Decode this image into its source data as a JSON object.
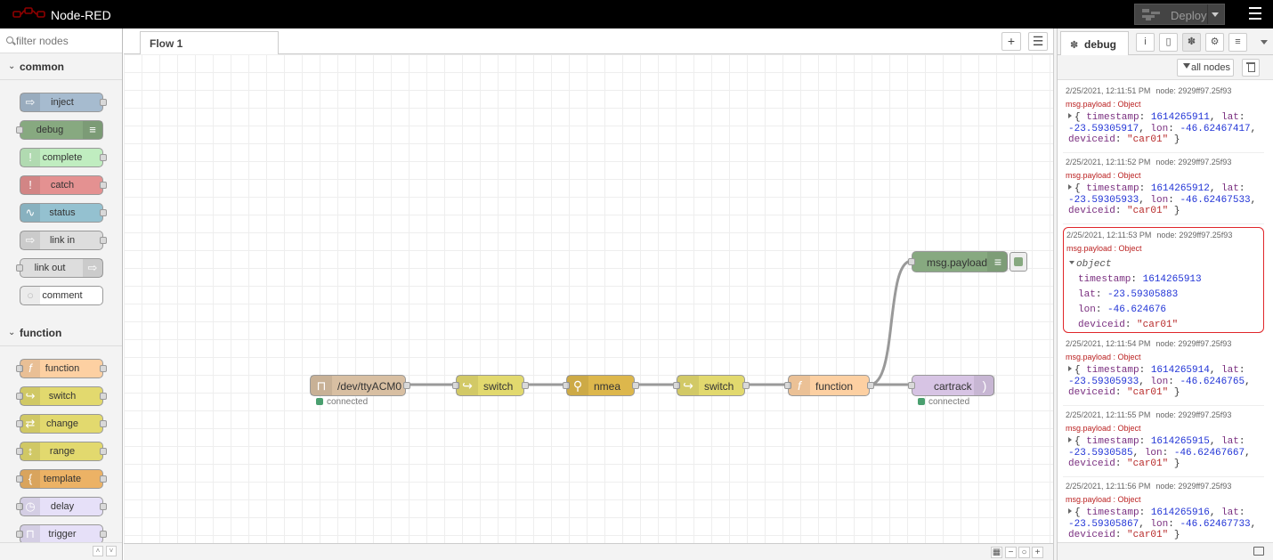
{
  "header": {
    "title": "Node-RED",
    "deploy_label": "Deploy"
  },
  "palette": {
    "search_placeholder": "filter nodes",
    "categories": [
      "common",
      "function"
    ],
    "common_nodes": [
      "inject",
      "debug",
      "complete",
      "catch",
      "status",
      "link in",
      "link out",
      "comment"
    ],
    "function_nodes": [
      "function",
      "switch",
      "change",
      "range",
      "template",
      "delay",
      "trigger"
    ],
    "colors": {
      "inject": "#a6bbcf",
      "debug": "#87a980",
      "complete": "#c0edc0",
      "catch": "#e49191",
      "status": "#94c1d0",
      "link": "#dddddd",
      "comment": "#ffffff",
      "function": "#fdd0a2",
      "switch": "#e2d96e",
      "template": "#ecb265",
      "delay": "#e6e0f8"
    }
  },
  "workspace": {
    "tab_label": "Flow 1",
    "nodes": {
      "serial": "/dev/ttyACM0",
      "switch1": "switch",
      "nmea": "nmea",
      "switch2": "switch",
      "function": "function",
      "cartrack": "cartrack",
      "debug": "msg.payload"
    },
    "status_text": "connected"
  },
  "sidebar": {
    "tab_label": "debug",
    "filter_label": "all nodes",
    "messages": [
      {
        "date": "2/25/2021, 12:11:51 PM",
        "node": "node: 2929ff97.25f93",
        "topic": "msg.payload : Object",
        "timestamp": "1614265911",
        "lat": "-23.59305917",
        "lon": "-46.62467417",
        "deviceid": "\"car01\""
      },
      {
        "date": "2/25/2021, 12:11:52 PM",
        "node": "node: 2929ff97.25f93",
        "topic": "msg.payload : Object",
        "timestamp": "1614265912",
        "lat": "-23.59305933",
        "lon": "-46.62467533",
        "deviceid": "\"car01\""
      },
      {
        "date": "2/25/2021, 12:11:53 PM",
        "node": "node: 2929ff97.25f93",
        "topic": "msg.payload : Object",
        "tree_head": "object",
        "timestamp": "1614265913",
        "lat": "-23.59305883",
        "lon": "-46.624676",
        "deviceid": "\"car01\""
      },
      {
        "date": "2/25/2021, 12:11:54 PM",
        "node": "node: 2929ff97.25f93",
        "topic": "msg.payload : Object",
        "timestamp": "1614265914",
        "lat": "-23.59305933",
        "lon": "-46.6246765",
        "deviceid": "\"car01\""
      },
      {
        "date": "2/25/2021, 12:11:55 PM",
        "node": "node: 2929ff97.25f93",
        "topic": "msg.payload : Object",
        "timestamp": "1614265915",
        "lat": "-23.5930585",
        "lon": "-46.62467667",
        "deviceid": "\"car01\""
      },
      {
        "date": "2/25/2021, 12:11:56 PM",
        "node": "node: 2929ff97.25f93",
        "topic": "msg.payload : Object",
        "timestamp": "1614265916",
        "lat": "-23.59305867",
        "lon": "-46.62467733",
        "deviceid": "\"car01\""
      }
    ]
  }
}
